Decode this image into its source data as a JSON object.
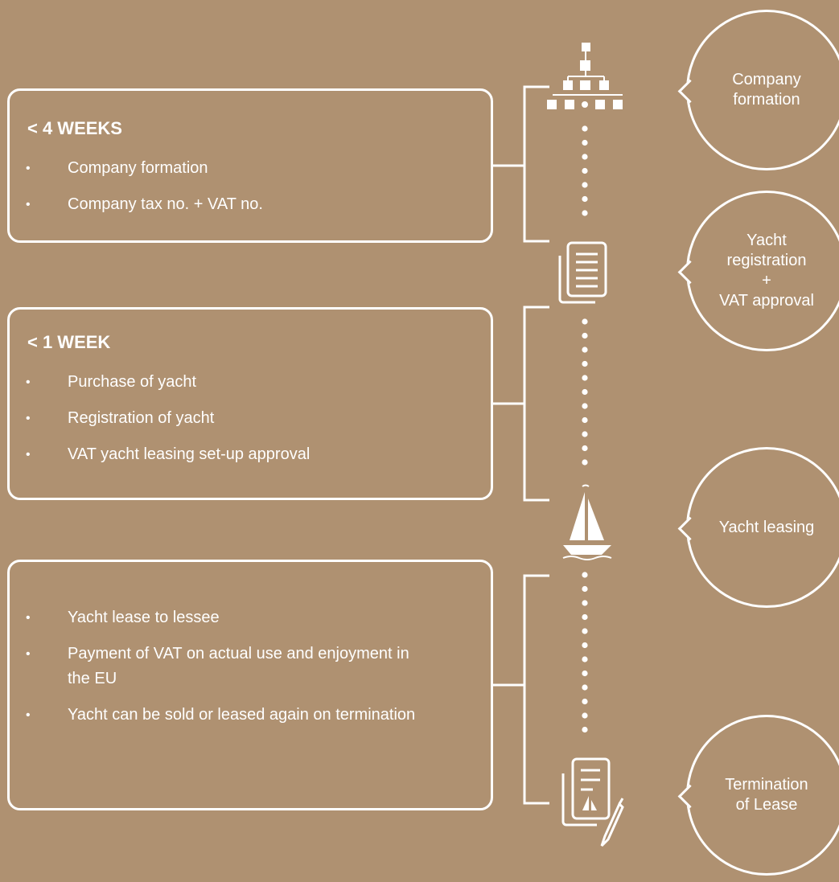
{
  "stages": [
    {
      "title": "< 4 WEEKS",
      "items": [
        "Company formation",
        "Company tax no. + VAT no."
      ]
    },
    {
      "title": "< 1 WEEK",
      "items": [
        "Purchase of yacht",
        "Registration of yacht",
        "VAT yacht leasing set-up approval"
      ]
    },
    {
      "title": "",
      "items": [
        "Yacht lease to lessee",
        "Payment of VAT on actual use and enjoyment in the EU",
        "Yacht can be sold or leased again on termination"
      ]
    }
  ],
  "bubbles": [
    "Company\nformation",
    "Yacht\nregistration\n+\nVAT approval",
    "Yacht leasing",
    "Termination\nof Lease"
  ],
  "icons": [
    "org-chart-icon",
    "document-icon",
    "sailboat-icon",
    "signed-contract-icon"
  ],
  "colors": {
    "background": "#af9171",
    "foreground": "#ffffff"
  }
}
